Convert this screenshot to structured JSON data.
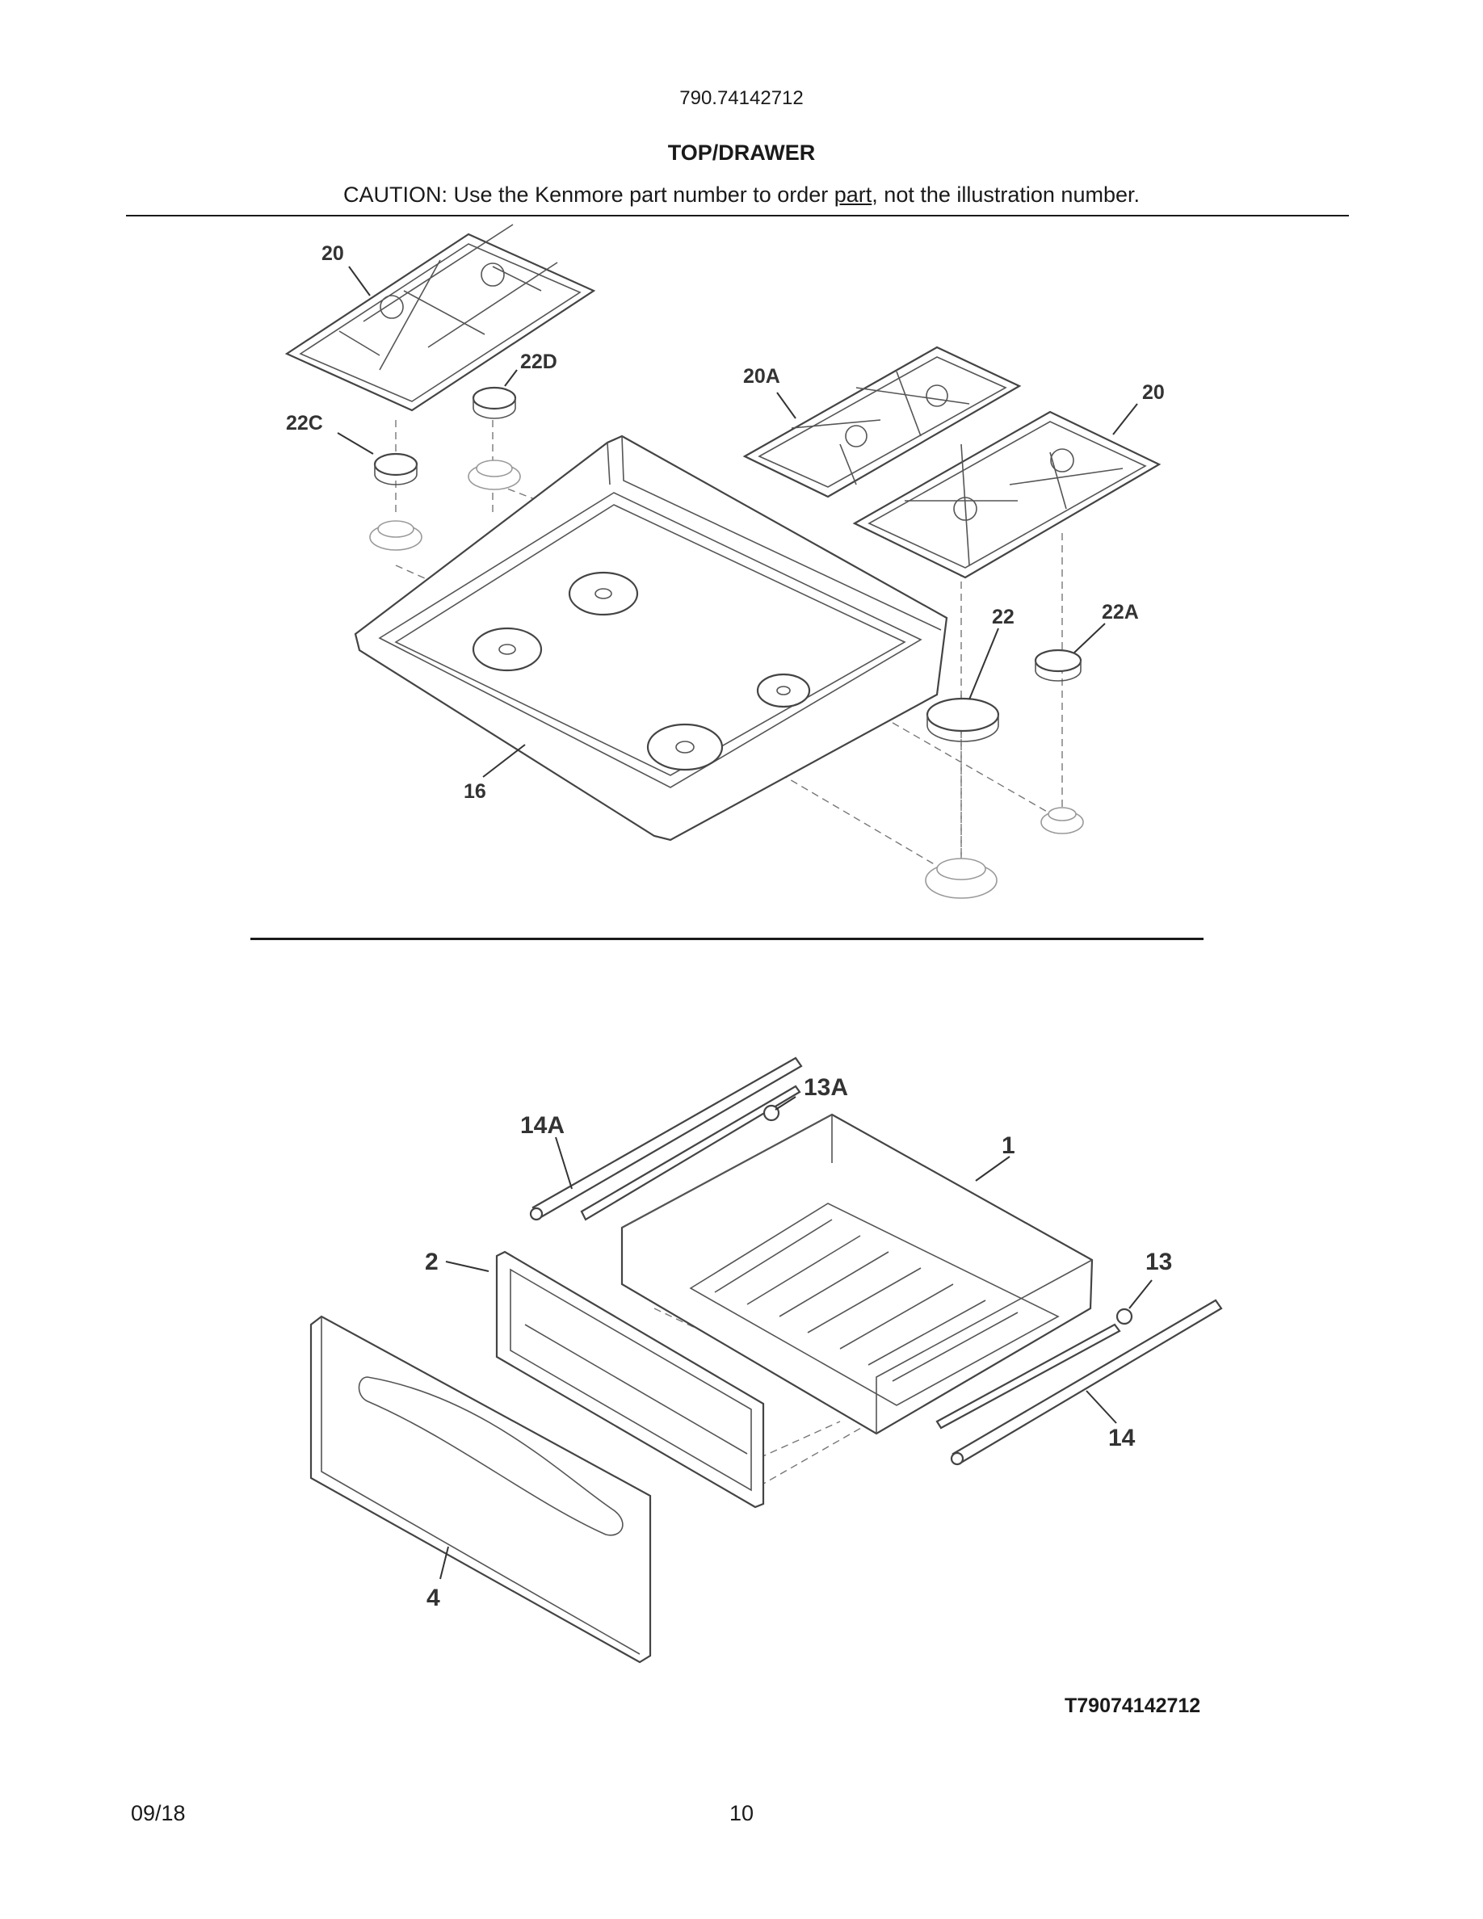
{
  "header": {
    "model_number": "790.74142712",
    "section_title": "TOP/DRAWER",
    "caution_prefix": "CAUTION: Use the Kenmore part number to order ",
    "caution_link": "part",
    "caution_suffix": ", not the illustration number."
  },
  "top_callouts": {
    "grate_left": "20",
    "cap_22d": "22D",
    "cap_22c": "22C",
    "grate_20a": "20A",
    "grate_right": "20",
    "cap_22": "22",
    "cap_22a": "22A",
    "cooktop_16": "16"
  },
  "drawer_callouts": {
    "rail_13a": "13A",
    "rail_14a": "14A",
    "drawer_1": "1",
    "panel_2": "2",
    "roller_13": "13",
    "rail_14": "14",
    "front_4": "4"
  },
  "footer": {
    "figure_id": "T79074142712",
    "date": "09/18",
    "page_number": "10"
  }
}
